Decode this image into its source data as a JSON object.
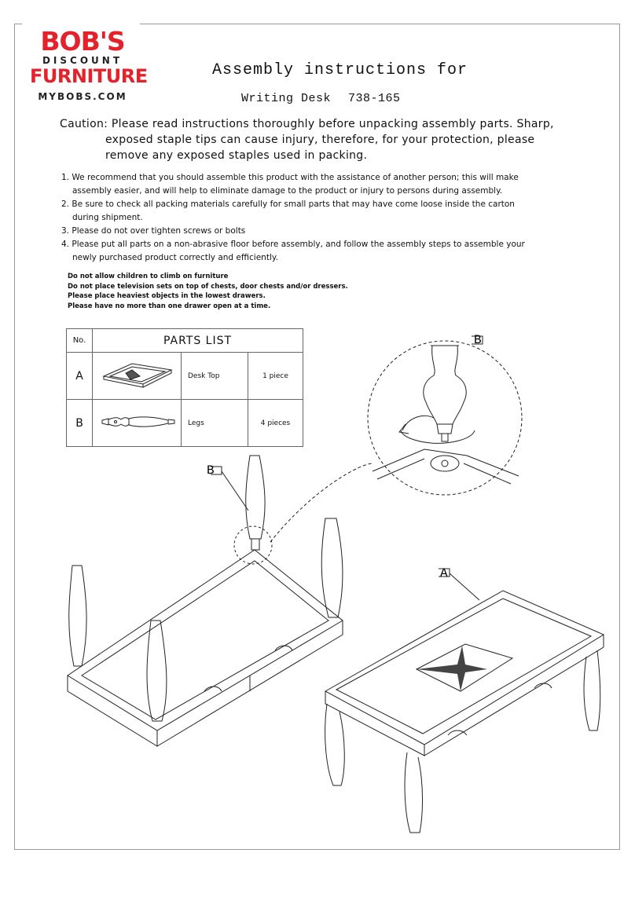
{
  "brand": {
    "line1": "BOB'S",
    "line2": "DISCOUNT",
    "line3": "FURNITURE",
    "url": "MYBOBS.COM",
    "color": "#e3222c"
  },
  "header": {
    "title": "Assembly instructions for",
    "product": "Writing Desk",
    "code": "738-165"
  },
  "caution": {
    "lead": "Caution: Please read instructions thoroughly before unpacking assembly parts. Sharp,",
    "line2": "exposed staple tips can cause injury, therefore, for your protection, please",
    "line3": "remove any exposed staples used in packing."
  },
  "steps": [
    {
      "num": "1.",
      "line1": "We recommend that you should assemble this product with the assistance of another person; this will make",
      "line2": "assembly easier, and will help to eliminate damage to the product or injury to persons during assembly."
    },
    {
      "num": "2.",
      "line1": "Be sure to check all packing materials carefully for small parts that may have come loose inside the carton",
      "line2": "during shipment."
    },
    {
      "num": "3.",
      "line1": "Please do not over tighten screws or bolts",
      "line2": ""
    },
    {
      "num": "4.",
      "line1": "Please put all parts on a non-abrasive floor before assembly, and follow the assembly steps to assemble your",
      "line2": "newly purchased product correctly and efficiently."
    }
  ],
  "warnings": [
    "Do not allow children to climb on furniture",
    "Do not place television sets on top of chests, door chests and/or dressers.",
    "Please place heaviest objects in the lowest drawers.",
    "Please have no more than one drawer open at a time."
  ],
  "parts": {
    "no_header": "No.",
    "title": "PARTS LIST",
    "items": [
      {
        "letter": "A",
        "name": "Desk Top",
        "qty": "1 piece"
      },
      {
        "letter": "B",
        "name": "Legs",
        "qty": "4 pieces"
      }
    ]
  },
  "callouts": {
    "detail": "B",
    "leg": "B",
    "top": "A"
  }
}
